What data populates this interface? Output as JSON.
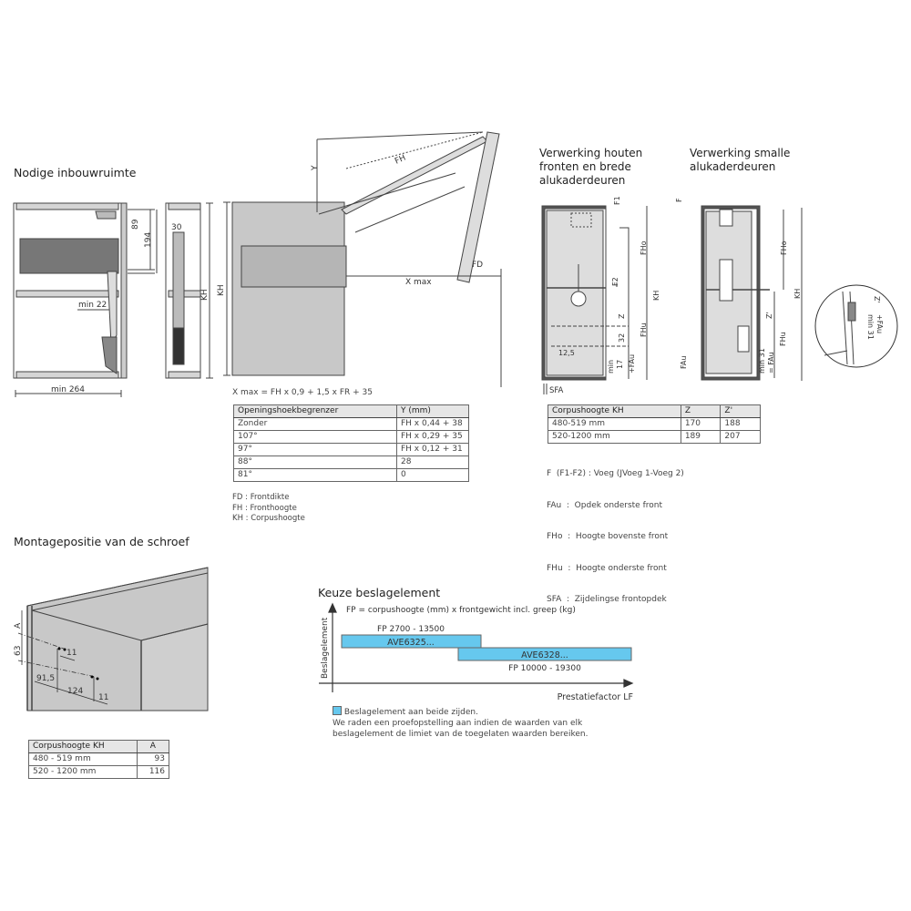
{
  "install_space": {
    "title": "Nodige inbouwruimte",
    "dims": {
      "d89": "89",
      "d194": "194",
      "d30": "30",
      "min22": "min 22",
      "min264": "min 264",
      "kh": "KH"
    }
  },
  "opening": {
    "labels": {
      "y": "Y",
      "fh": "FH",
      "fd": "FD",
      "xmax": "X max",
      "kh": "KH"
    },
    "formula": "X max = FH x 0,9 + 1,5 x FR + 35",
    "table": {
      "headers": [
        "Openingshoekbegrenzer",
        "Y (mm)"
      ],
      "rows": [
        [
          "Zonder",
          "FH x 0,44 + 38"
        ],
        [
          "107°",
          "FH x 0,29 + 35"
        ],
        [
          "97°",
          "FH x 0,12 + 31"
        ],
        [
          "88°",
          "28"
        ],
        [
          "81°",
          "0"
        ]
      ]
    },
    "legend": [
      "FD : Frontdikte",
      "FH : Fronthoogte",
      "KH : Corpushoogte"
    ]
  },
  "wood_fronts": {
    "title_lines": [
      "Verwerking houten",
      "fronten en brede",
      "alukaderdeuren"
    ],
    "labels": {
      "f1": "F1",
      "fho": "FHo",
      "f2": "F2",
      "kh": "KH",
      "z": "Z",
      "fhu": "FHu",
      "d32": "32",
      "d125": "12,5",
      "min": "min",
      "d17": "17",
      "fau": "+FAu",
      "sfa": "SFA"
    }
  },
  "narrow_fronts": {
    "title_lines": [
      "Verwerking smalle",
      "alukaderdeuren"
    ],
    "labels": {
      "f": "F",
      "fho": "FHo",
      "kh": "KH",
      "zp": "Z'",
      "fhu": "FHu",
      "min31": "min 31",
      "fau": "= FAu",
      "fau2": "FAu"
    },
    "detail": {
      "zp": "Z'",
      "min31": "min 31",
      "fau": "+FAu"
    }
  },
  "z_table": {
    "headers": [
      "Corpushoogte KH",
      "Z",
      "Z'"
    ],
    "rows": [
      [
        "480-519 mm",
        "170",
        "188"
      ],
      [
        "520-1200 mm",
        "189",
        "207"
      ]
    ],
    "legend": [
      "F  (F1-F2) : Voeg (JVoeg 1-Voeg 2)",
      "FAu  :  Opdek onderste front",
      "FHo  :  Hoogte bovenste front",
      "FHu  :  Hoogte onderste front",
      "SFA  :  Zijdelingse frontopdek"
    ]
  },
  "screw": {
    "title": "Montagepositie van de schroef",
    "dims": {
      "a": "A",
      "d63": "63",
      "d11a": "11",
      "d915": "91,5",
      "d124": "124",
      "d11b": "11"
    },
    "table": {
      "headers": [
        "Corpushoogte KH",
        "A"
      ],
      "rows": [
        [
          "480 - 519 mm",
          "93"
        ],
        [
          "520 - 1200 mm",
          "116"
        ]
      ]
    }
  },
  "selection": {
    "title": "Keuze beslagelement",
    "formula": "FP = corpushoogte (mm) x frontgewicht incl. greep (kg)",
    "y_label": "Beslagelement",
    "x_label": "Prestatiefactor LF",
    "bar_color": "#66c8ee",
    "bars": [
      {
        "label": "AVE6325...",
        "range": "FP 2700 - 13500",
        "from": 2700,
        "to": 13500
      },
      {
        "label": "AVE6328...",
        "range": "FP 10000 - 19300",
        "from": 10000,
        "to": 19300
      }
    ],
    "legend": "Beslagelement aan beide zijden.",
    "note_lines": [
      "We raden een proefopstelling aan indien de waarden van elk",
      "beslagelement de limiet van de toegelaten waarden bereiken."
    ]
  }
}
